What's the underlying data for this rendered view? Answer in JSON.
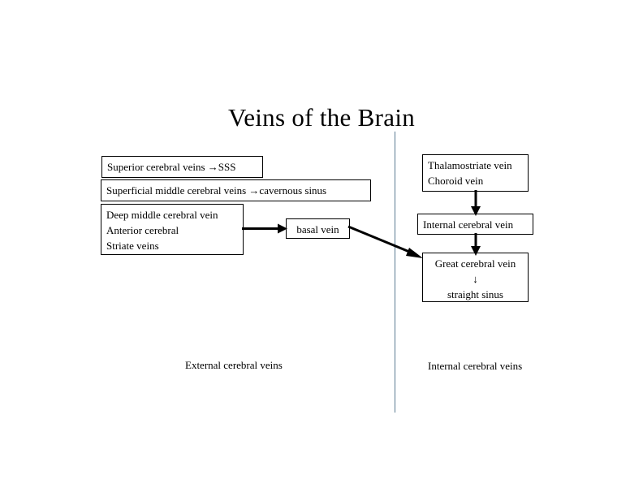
{
  "slide": {
    "title": "Veins of the Brain",
    "background_color": "#ffffff",
    "text_color": "#000000",
    "divider_color": "#5a7a92"
  },
  "boxes": {
    "superior": {
      "lines": [
        "Superior cerebral veins →SSS"
      ]
    },
    "superficial": {
      "lines": [
        "Superficial middle cerebral veins →cavernous sinus"
      ]
    },
    "deep": {
      "lines": [
        "Deep middle cerebral vein",
        "Anterior cerebral",
        "Striate veins"
      ]
    },
    "basal": {
      "lines": [
        "basal vein"
      ]
    },
    "thalamostriate": {
      "lines": [
        "Thalamostriate vein",
        "Choroid vein"
      ]
    },
    "internal_cerebral": {
      "lines": [
        "Internal cerebral vein"
      ]
    },
    "great_cerebral": {
      "lines": [
        "Great cerebral vein",
        "↓",
        "straight sinus"
      ]
    }
  },
  "captions": {
    "left": "External cerebral veins",
    "right": "Internal cerebral veins"
  }
}
